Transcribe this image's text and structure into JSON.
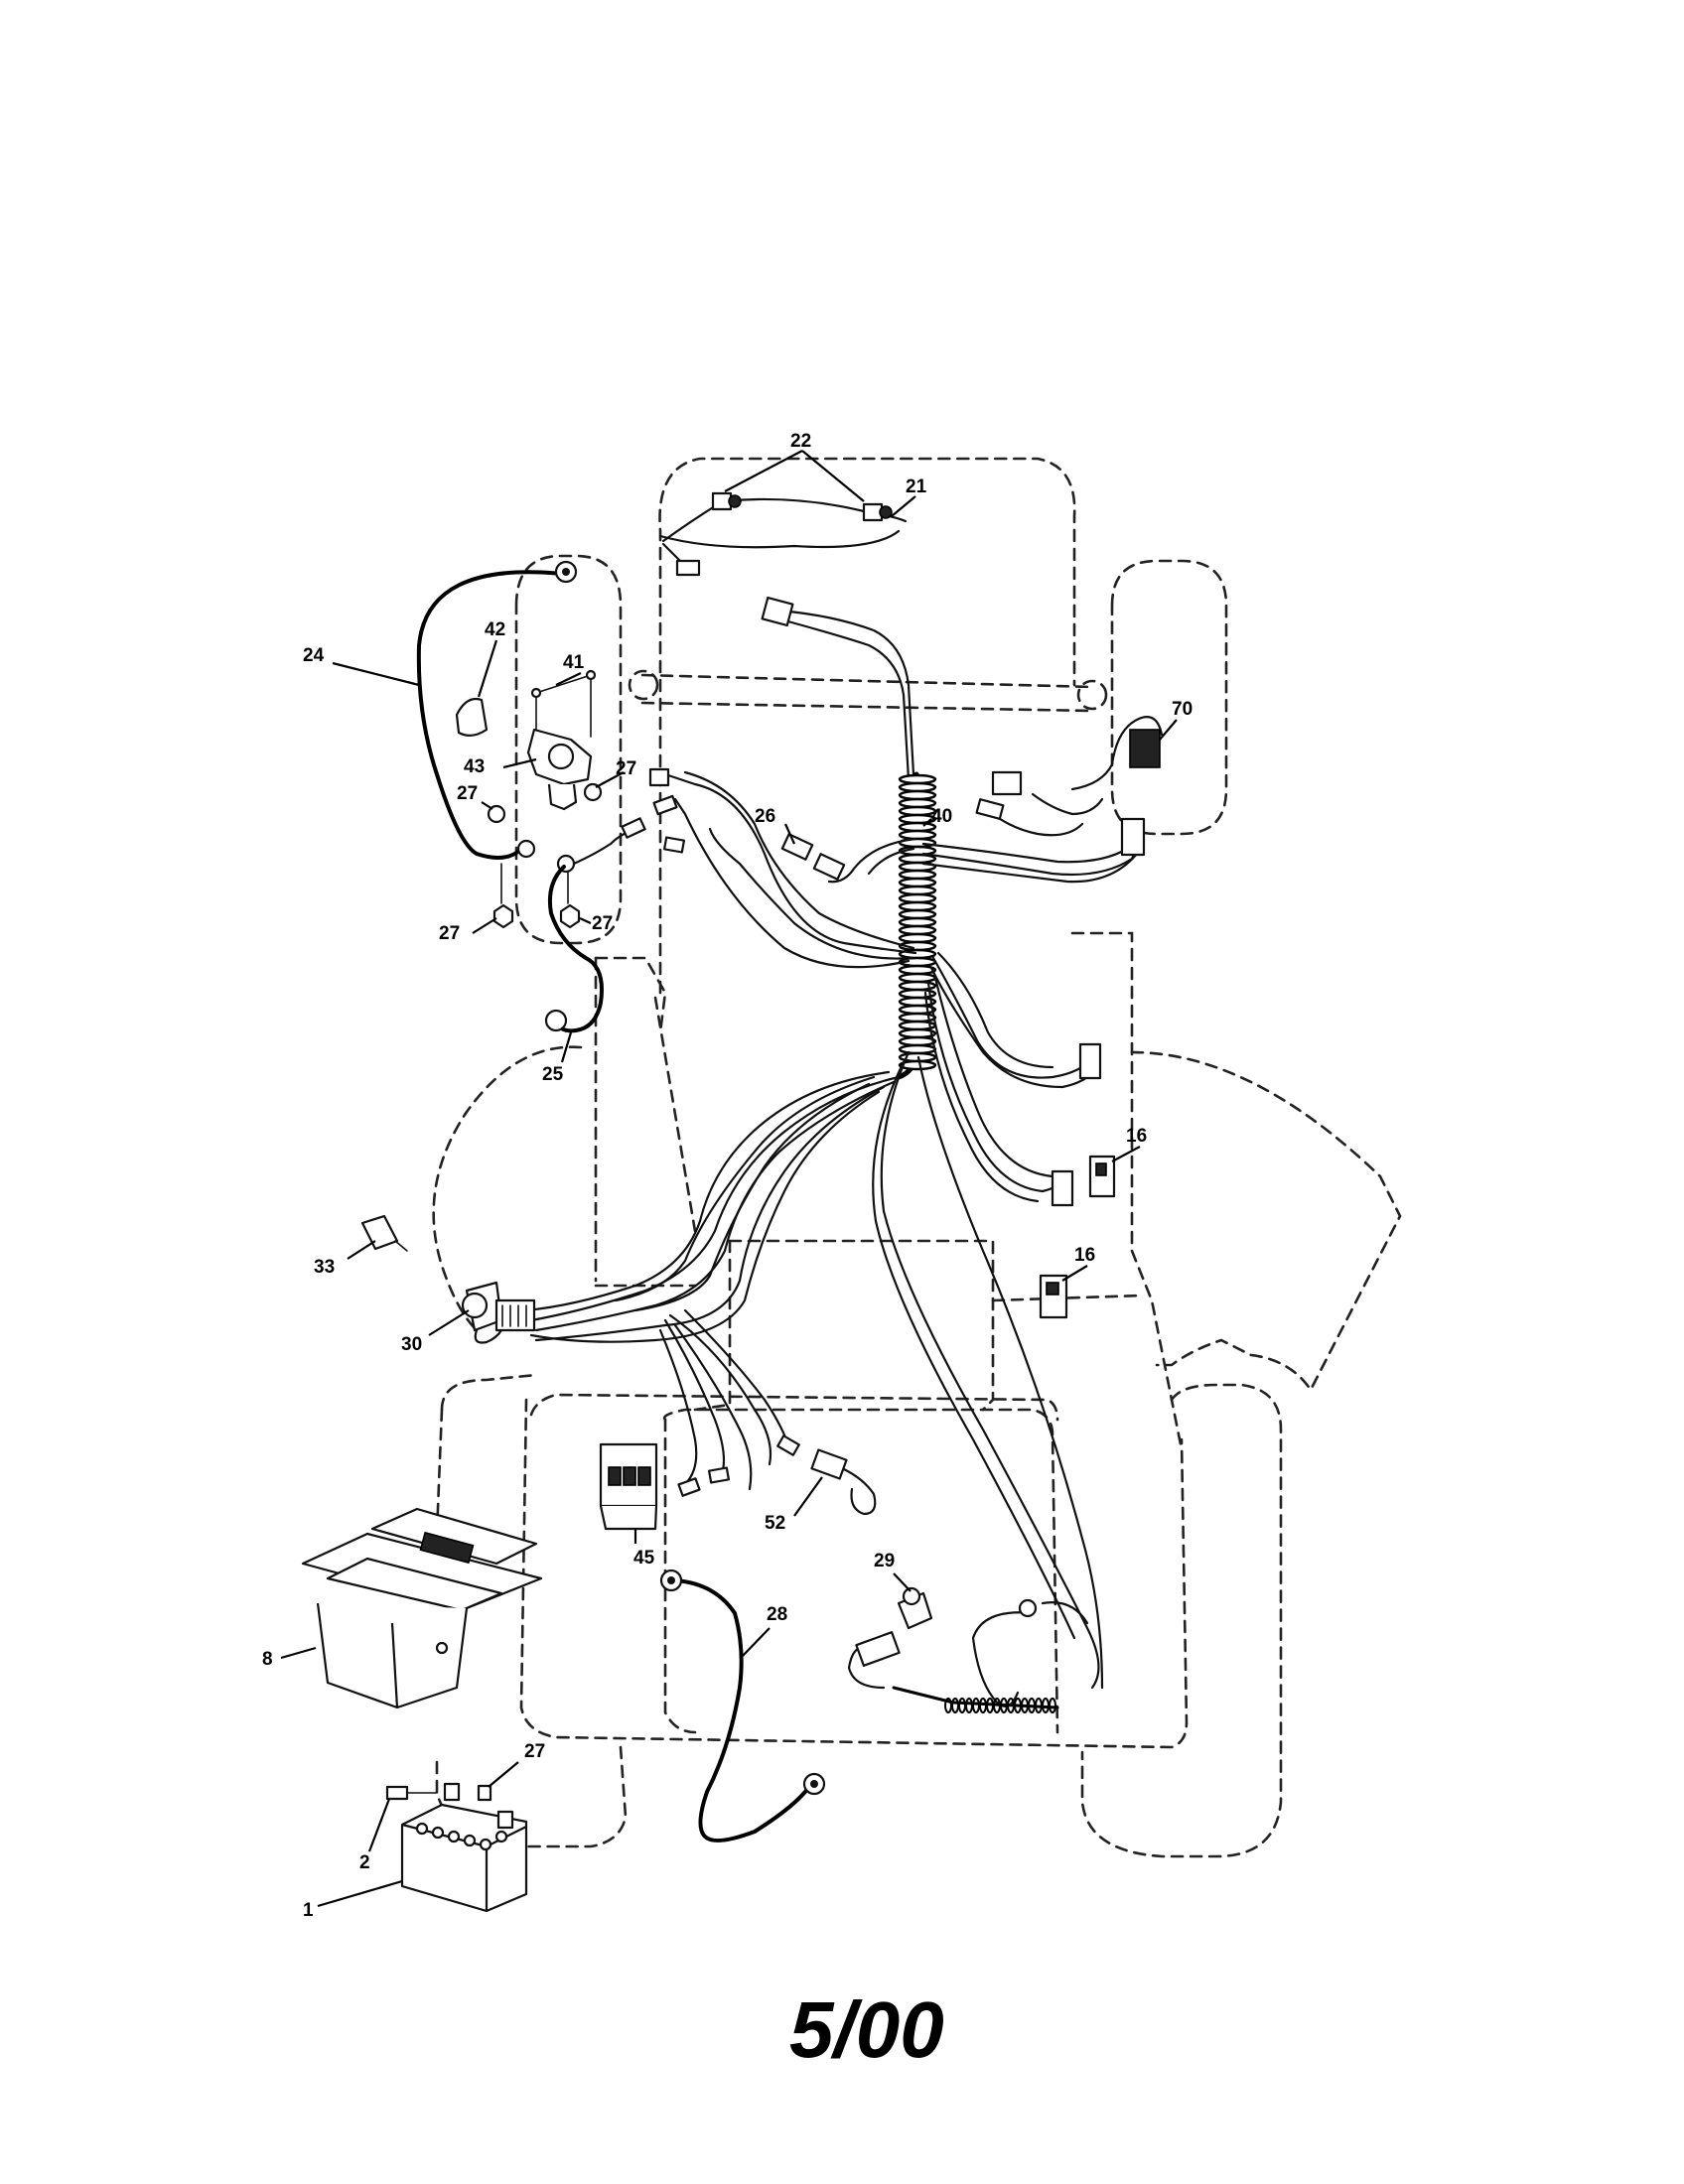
{
  "callouts": {
    "c1": "1",
    "c2": "2",
    "c8": "8",
    "c16a": "16",
    "c16b": "16",
    "c21": "21",
    "c22": "22",
    "c24": "24",
    "c25": "25",
    "c26": "26",
    "c27a": "27",
    "c27b": "27",
    "c27c": "27",
    "c27d": "27",
    "c27e": "27",
    "c28": "28",
    "c29": "29",
    "c30": "30",
    "c33": "33",
    "c40": "40",
    "c41": "41",
    "c42": "42",
    "c43": "43",
    "c45": "45",
    "c52": "52",
    "c70": "70"
  },
  "footer": {
    "date_code": "5/00"
  }
}
